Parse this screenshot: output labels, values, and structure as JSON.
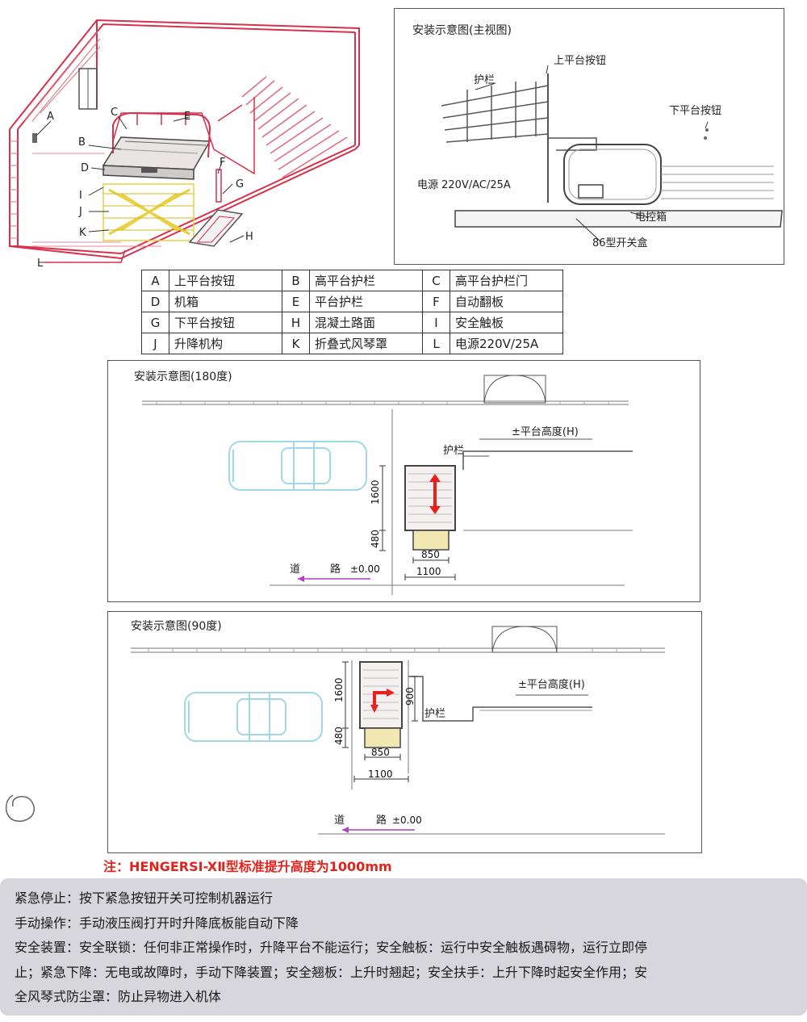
{
  "iso": {
    "labels": [
      "A",
      "B",
      "C",
      "D",
      "E",
      "F",
      "G",
      "H",
      "I",
      "J",
      "K",
      "L"
    ]
  },
  "main_view": {
    "title": "安装示意图(主视图)",
    "upper_button": "上平台按钮",
    "railing": "护栏",
    "lower_button": "下平台按钮",
    "power": "电源 220V/AC/25A",
    "control_box": "电控箱",
    "switch_box": "86型开关盒"
  },
  "legend": [
    [
      {
        "key": "A",
        "value": "上平台按钮"
      },
      {
        "key": "B",
        "value": "高平台护栏"
      },
      {
        "key": "C",
        "value": "高平台护栏门"
      }
    ],
    [
      {
        "key": "D",
        "value": "机箱"
      },
      {
        "key": "E",
        "value": "平台护栏"
      },
      {
        "key": "F",
        "value": "自动翻板"
      }
    ],
    [
      {
        "key": "G",
        "value": "下平台按钮"
      },
      {
        "key": "H",
        "value": "混凝土路面"
      },
      {
        "key": "I",
        "value": "安全触板"
      }
    ],
    [
      {
        "key": "J",
        "value": "升降机构"
      },
      {
        "key": "K",
        "value": "折叠式风琴罩"
      },
      {
        "key": "L",
        "value": "电源220V/25A"
      }
    ]
  ],
  "view180": {
    "title": "安装示意图(180度)",
    "platform_height": "±平台高度(H)",
    "railing": "护栏",
    "dim_1600": "1600",
    "dim_480": "480",
    "dim_850": "850",
    "dim_1100": "1100",
    "road1": "道",
    "road2": "路",
    "zero": "±0.00"
  },
  "view90": {
    "title": "安装示意图(90度)",
    "platform_height": "±平台高度(H)",
    "railing": "护栏",
    "dim_1600": "1600",
    "dim_480": "480",
    "dim_900": "900",
    "dim_850": "850",
    "dim_1100": "1100",
    "road1": "道",
    "road2": "路",
    "zero": "±0.00"
  },
  "note": "注：HENGERSI-XⅡ型标准提升高度为1000mm",
  "features": {
    "line1": "紧急停止：按下紧急按钮开关可控制机器运行",
    "line2": "手动操作：手动液压阀打开时升降底板能自动下降",
    "line3": "安全装置：安全联锁：任何非正常操作时，升降平台不能运行；安全触板：运行中安全触板遇碍物，运行立即停",
    "line4": "止；紧急下降：无电或故障时，手动下降装置；安全翘板：上升时翘起；安全扶手：上升下降时起安全作用；安",
    "line5": "全风琴式防尘罩：防止异物进入机体"
  },
  "colors": {
    "wall": "#d8304a",
    "scissor": "#e8d040",
    "car": "#9fd8e6",
    "arrow": "#e8221a",
    "road_arrow": "#b040c0"
  }
}
